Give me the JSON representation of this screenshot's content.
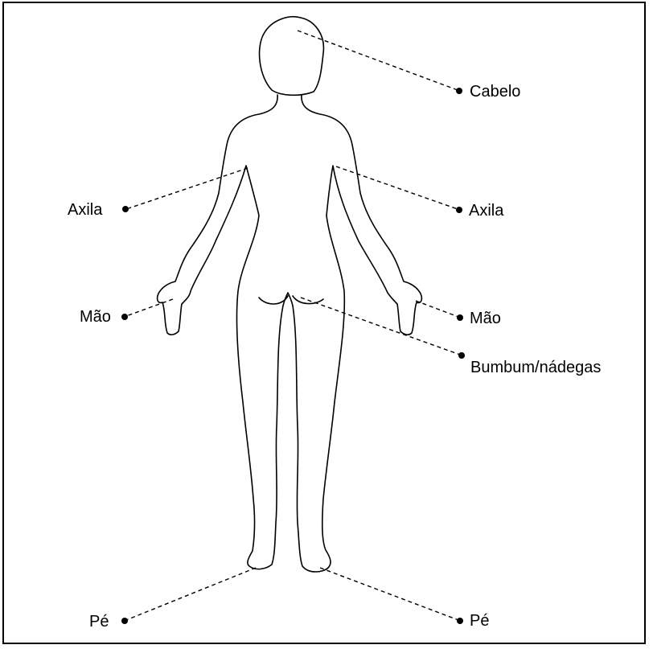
{
  "labels": {
    "hair": "Cabelo",
    "armpit_left": "Axila",
    "armpit_right": "Axila",
    "hand_left": "Mão",
    "hand_right": "Mão",
    "buttocks": "Bumbum/nádegas",
    "foot_left": "Pé",
    "foot_right": "Pé"
  }
}
